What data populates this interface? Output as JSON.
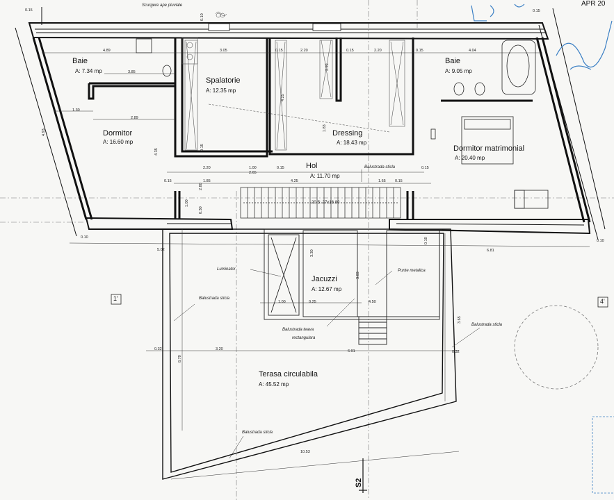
{
  "plan": {
    "rooms": [
      {
        "id": "baie-1",
        "name": "Baie",
        "area": "A: 7.34 mp"
      },
      {
        "id": "spalatorie",
        "name": "Spalatorie",
        "area": "A: 12.35 mp"
      },
      {
        "id": "dormitor",
        "name": "Dormitor",
        "area": "A: 16.60 mp"
      },
      {
        "id": "dressing",
        "name": "Dressing",
        "area": "A: 18.43 mp"
      },
      {
        "id": "baie-2",
        "name": "Baie",
        "area": "A: 9.05 mp"
      },
      {
        "id": "dormitor-matrimonial",
        "name": "Dormitor matrimonial",
        "area": "A: 20.40 mp"
      },
      {
        "id": "hol",
        "name": "Hol",
        "area": "A: 11.70 mp"
      },
      {
        "id": "jacuzzi",
        "name": "Jacuzzi",
        "area": "A: 12.67 mp"
      },
      {
        "id": "terasa",
        "name": "Terasa circulabila",
        "area": "A: 45.52 mp"
      }
    ],
    "notes": {
      "scurgere": "Scurgere ape pluviale",
      "balustrada_sticla_hol": "Balustrada sticla",
      "luminator": "Luminator",
      "punte_metalica": "Punte metalica",
      "balustrada_sticla_left": "Balustrada sticla",
      "balustrada_sticla_right": "Balustrada sticla",
      "balustrada_sticla_bottom": "Balustrada sticla",
      "balustrada_teava": "Balustrada teava",
      "rectangulara": "rectangulara",
      "stairs": "20 S: 27x16.80"
    },
    "dims": {
      "d0_15_tl": "0.15",
      "d4_89": "4.89",
      "d3_05": "3.05",
      "d0_15_a": "0.15",
      "d2_20_a": "2.20",
      "d0_15_b": "0.15",
      "d2_20_b": "2.20",
      "d0_15_c": "0.15",
      "d4_04": "4.04",
      "d0_15_tr": "0.15",
      "d3_85": "3.85",
      "d1_30": "1.30",
      "d2_89": "2.89",
      "d2_20_c": "2.20",
      "d1_00_a": "1.00",
      "d2_65": "2.65",
      "d0_15_d": "0.15",
      "d1_85": "1.85",
      "d4_25": "4.25",
      "d1_65": "1.65",
      "d0_15_e": "0.15",
      "d0_15_f": "0.15",
      "d0_15_g": "0.15",
      "d0_10_bl": "0.10",
      "d5_02": "5.02",
      "d6_81": "6.81",
      "d0_10_br": "0.10",
      "d1_00_b": "1.00",
      "d0_25": "0.25",
      "d4_50": "4.50",
      "d0_32_a": "0.32",
      "d3_20": "3.20",
      "d6_91": "6.91",
      "d0_32_b": "0.32",
      "d10_53": "10.53",
      "d3_30": "3.30",
      "d3_03": "3.03",
      "d8_79": "8.79",
      "d3_65": "3.65",
      "d4_35": "4.35",
      "d0_10_top": "0.10",
      "d0_30": "0.30",
      "d2_80": "2.80",
      "d1_00_c": "1.00",
      "d0_10_v": "0.10",
      "d4_25_v": "4.25",
      "d2_22": "2.22",
      "d1_83": "1.83",
      "d4_93": "4.93",
      "d0_15_v": "0.15"
    },
    "axis_tags": {
      "left": "1'",
      "right": "4'"
    },
    "section_mark": "S2",
    "stamp_fragment": "APR 20"
  }
}
